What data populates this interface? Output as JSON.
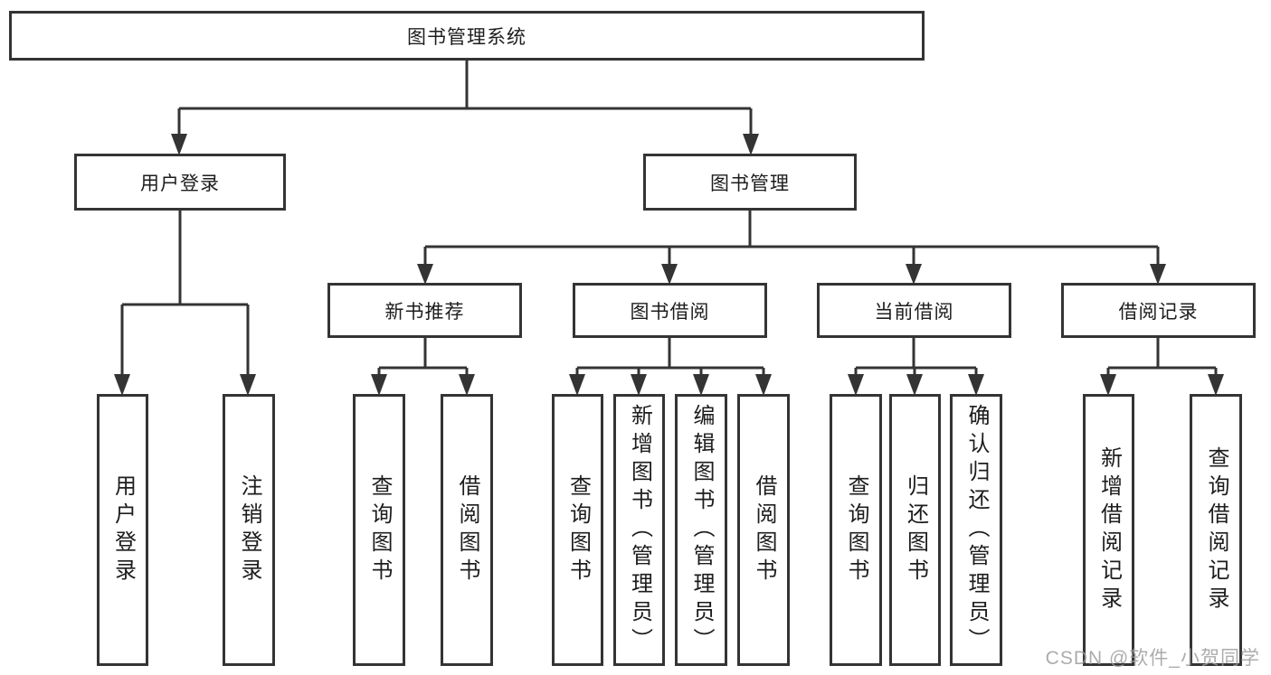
{
  "diagram": {
    "root": "图书管理系统",
    "branches": [
      {
        "label": "用户登录",
        "leaves": [
          "用户登录",
          "注销登录"
        ]
      },
      {
        "label": "图书管理",
        "sections": [
          {
            "label": "新书推荐",
            "leaves": [
              "查询图书",
              "借阅图书"
            ]
          },
          {
            "label": "图书借阅",
            "leaves": [
              "查询图书",
              "新增图书（管理员）",
              "编辑图书（管理员）",
              "借阅图书"
            ]
          },
          {
            "label": "当前借阅",
            "leaves": [
              "查询图书",
              "归还图书",
              "确认归还（管理员）"
            ]
          },
          {
            "label": "借阅记录",
            "leaves": [
              "新增借阅记录",
              "查询借阅记录"
            ]
          }
        ]
      }
    ]
  },
  "watermark": "CSDN @软件_小贺同学",
  "colors": {
    "line": "#343434",
    "text": "#1d1d1d",
    "watermark": "#9e9e9e",
    "background": "#ffffff"
  }
}
